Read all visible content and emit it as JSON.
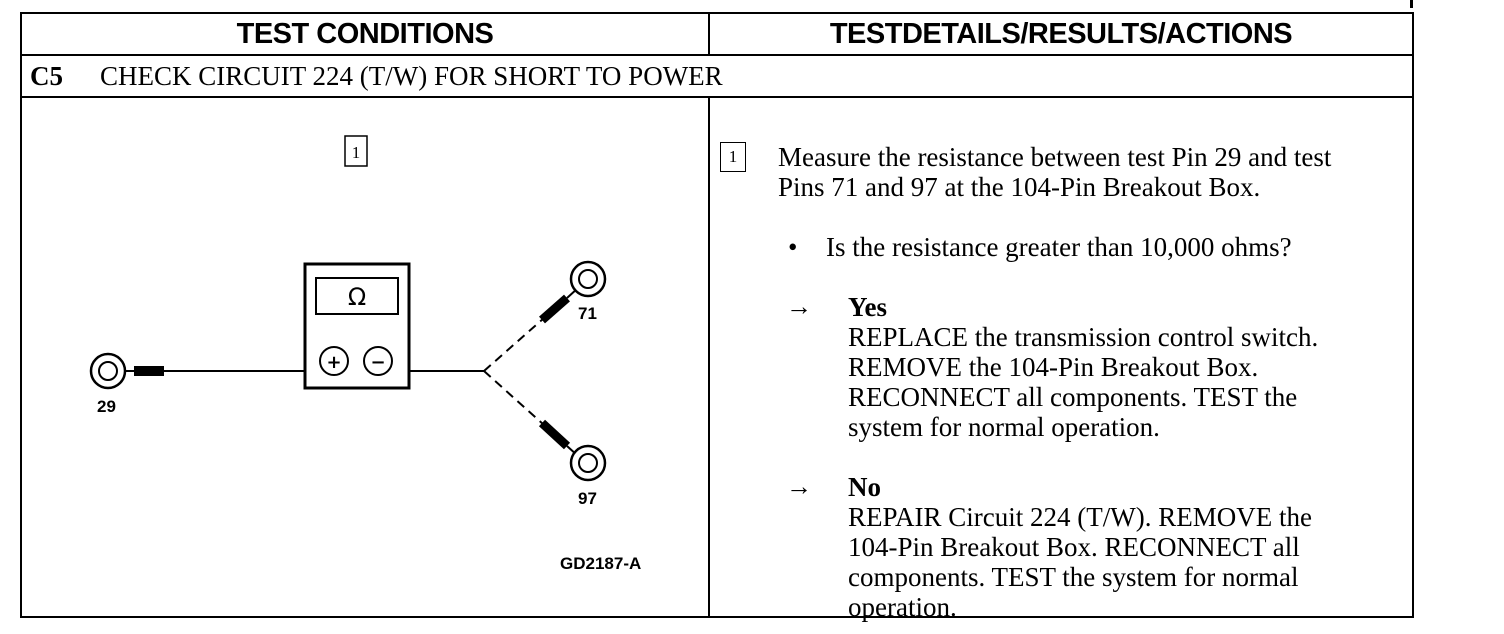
{
  "header": {
    "left": "TEST CONDITIONS",
    "right": "TESTDETAILS/RESULTS/ACTIONS"
  },
  "step": {
    "id": "C5",
    "title": "CHECK CIRCUIT 224 (T/W) FOR SHORT TO POWER"
  },
  "diagram": {
    "step_marker": "1",
    "meter_symbol": "Ω",
    "plus": "+",
    "minus": "−",
    "pins": {
      "left": "29",
      "top": "71",
      "bottom": "97"
    },
    "figure_id": "GD2187-A",
    "icons": [
      "ohmmeter-icon",
      "test-pin-icon",
      "probe-icon"
    ]
  },
  "details": {
    "step_marker": "1",
    "instruction_line1": "Measure the resistance between test Pin 29 and test",
    "instruction_line2": "Pins 71 and 97 at the 104-Pin Breakout Box.",
    "bullet": "•",
    "question": "Is the resistance greater than 10,000 ohms?",
    "arrow": "→",
    "yes": {
      "label": "Yes",
      "lines": [
        "REPLACE the transmission control switch.",
        "REMOVE the 104-Pin Breakout Box.",
        "RECONNECT all components. TEST the",
        "system for normal operation."
      ]
    },
    "no": {
      "label": "No",
      "lines": [
        "REPAIR Circuit 224 (T/W). REMOVE the",
        "104-Pin Breakout Box. RECONNECT all",
        "components. TEST the system for normal",
        "operation."
      ]
    }
  }
}
